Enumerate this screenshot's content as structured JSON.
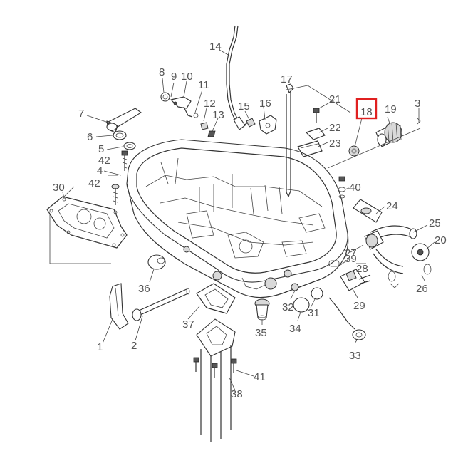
{
  "callouts": [
    "1",
    "2",
    "3",
    "4",
    "5",
    "6",
    "7",
    "8",
    "9",
    "10",
    "11",
    "12",
    "13",
    "14",
    "15",
    "16",
    "17",
    "18",
    "19",
    "20",
    "21",
    "22",
    "23",
    "24",
    "25",
    "26",
    "27",
    "28",
    "29",
    "30",
    "31",
    "32",
    "33",
    "34",
    "35",
    "36",
    "37",
    "38",
    "39",
    "40",
    "41",
    "42",
    "42"
  ],
  "highlight": {
    "label": "18",
    "color": "#e02020"
  }
}
